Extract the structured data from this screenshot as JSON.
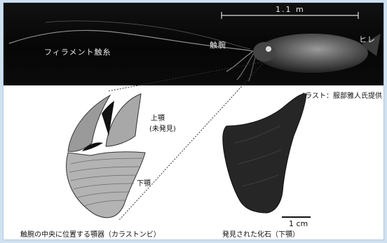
{
  "photo": {
    "scale": "1.1 m",
    "filament": "フィラメント触糸",
    "arm": "触腕",
    "fin": "ヒレ"
  },
  "credit": "イラスト：服部雅人氏提供",
  "beak": {
    "upper": "上顎",
    "upper_note": "(未発見)",
    "lower": "下顎"
  },
  "fossil": {
    "scale": "1 cm"
  },
  "captions": {
    "left": "触腕の中央に位置する顎器（カラストンビ）",
    "right": "発見された化石（下顎）"
  }
}
